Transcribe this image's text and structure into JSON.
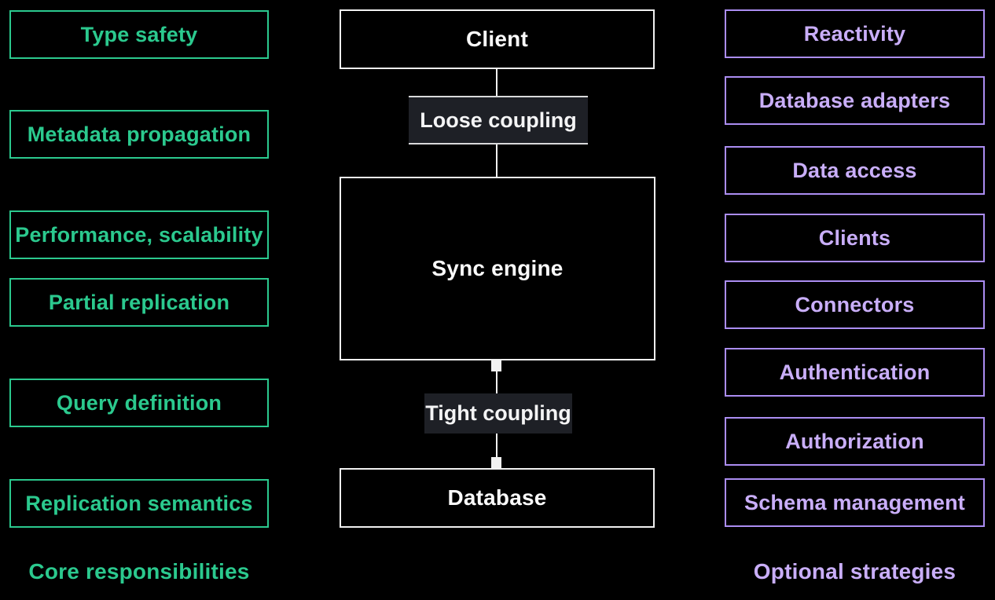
{
  "diagram": {
    "title_semantic": "sync-engine-architecture-diagram",
    "left_column": {
      "caption": "Core responsibilities",
      "items": [
        "Type safety",
        "Metadata propagation",
        "Performance, scalability",
        "Partial replication",
        "Query definition",
        "Replication semantics"
      ]
    },
    "center_column": {
      "nodes": {
        "client": "Client",
        "sync_engine": "Sync engine",
        "database": "Database"
      },
      "edge_labels": {
        "loose": "Loose coupling",
        "tight": "Tight coupling"
      }
    },
    "right_column": {
      "caption": "Optional strategies",
      "items": [
        "Reactivity",
        "Database adapters",
        "Data access",
        "Clients",
        "Connectors",
        "Authentication",
        "Authorization",
        "Schema management"
      ]
    },
    "colors": {
      "background": "#000000",
      "green": "#2bc98e",
      "purple_text": "#c9aef9",
      "purple_border": "#ab8df2",
      "white_box_border": "#f1f1f1",
      "node_text": "#fafafa",
      "edge": "#f1f1f1",
      "label_bg": "#1e2026",
      "label_text": "#f4f4f5",
      "label_border": "#d9d9db"
    }
  }
}
